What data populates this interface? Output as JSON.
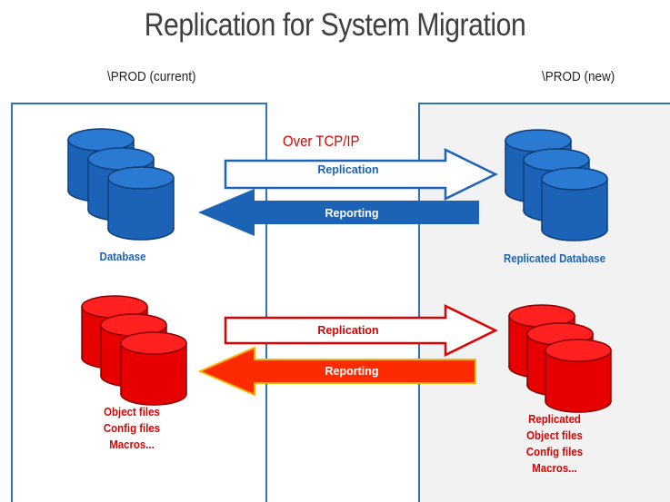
{
  "title": "Replication for System Migration",
  "left_system": {
    "label": "\\PROD (current)"
  },
  "right_system": {
    "label": "\\PROD (new)"
  },
  "link_label": "Over TCP/IP",
  "database_group": {
    "source_caption": "Database",
    "target_caption": "Replicated Database",
    "replication_arrow": "Replication",
    "reporting_arrow": "Reporting"
  },
  "files_group": {
    "source_caption_lines": [
      "Object files",
      "Config files",
      "Macros..."
    ],
    "target_caption_lines": [
      "Replicated",
      "Object files",
      "Config files",
      "Macros..."
    ],
    "replication_arrow": "Replication",
    "reporting_arrow": "Reporting"
  },
  "colors": {
    "blue": "#1c63b8",
    "red": "#e00000",
    "box_border": "#2e75b6",
    "new_system_bg": "#f2f2f2"
  }
}
